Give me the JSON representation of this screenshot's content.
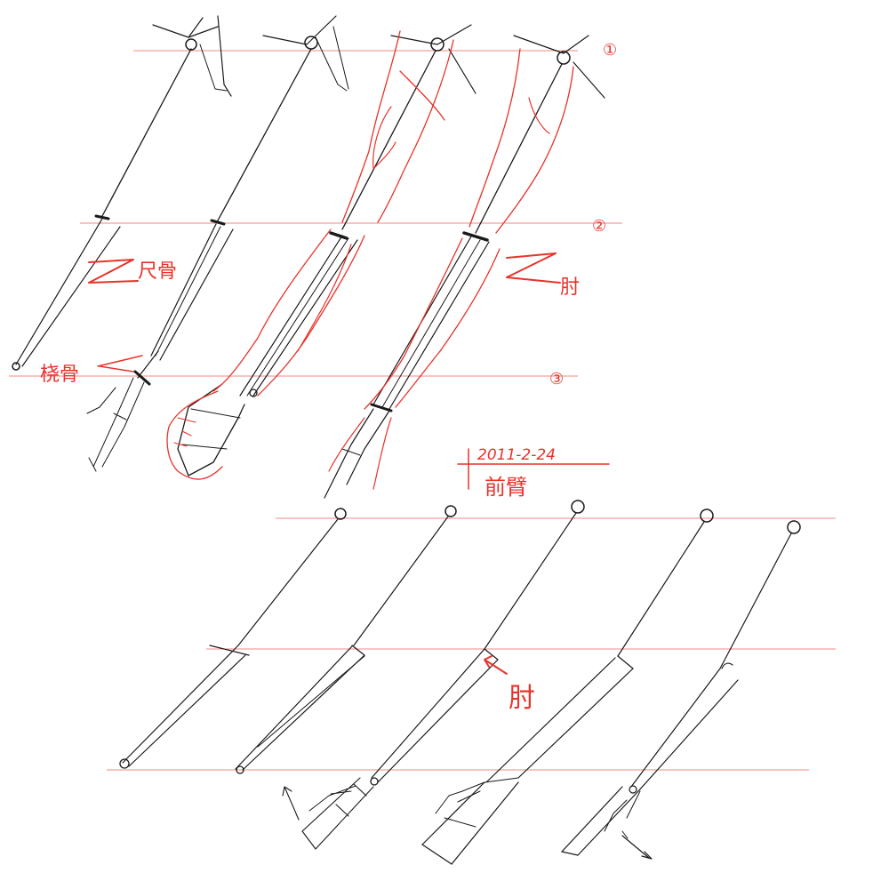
{
  "sketch": {
    "date": "2011-2-24",
    "title": "前臂",
    "labels": {
      "ulna": "尺骨",
      "radius": "桡骨",
      "elbow_top": "肘",
      "elbow_bottom": "肘",
      "marker_1": "①",
      "marker_2": "②",
      "marker_3": "③"
    }
  },
  "colors": {
    "ink": "#1a1a1a",
    "red_pencil": "#e8332a",
    "guide_line": "#f08a84",
    "paper": "#ffffff"
  }
}
